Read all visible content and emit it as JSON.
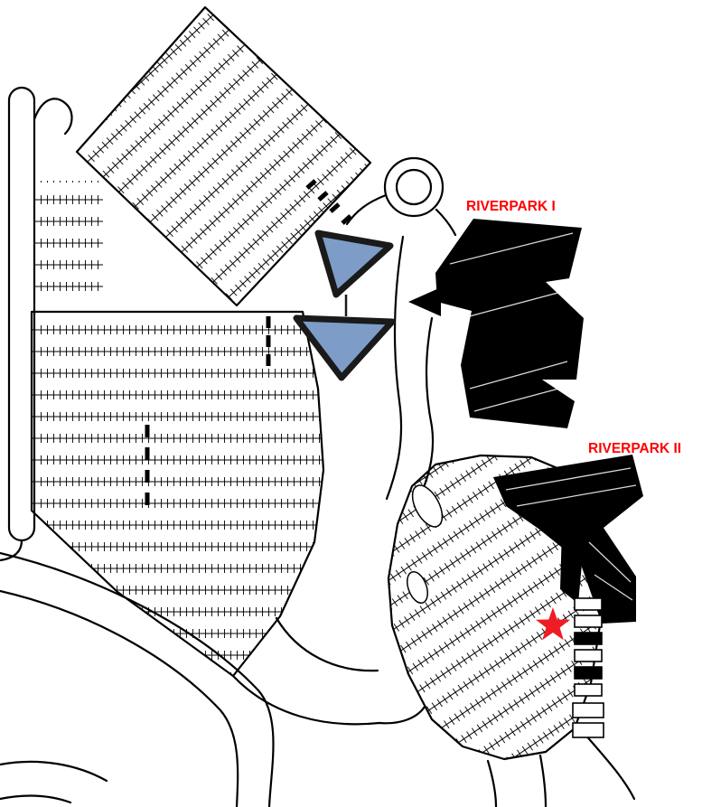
{
  "map": {
    "type": "site-plan",
    "labels": {
      "riverpark1": "RIVERPARK I",
      "riverpark2": "RIVERPARK II"
    },
    "colors": {
      "background": "#FFFFFF",
      "outline": "#000000",
      "building": "#000000",
      "pond_fill": "#7D9DC8",
      "pond_outline": "#1A1A1A",
      "label_text": "#FF0000",
      "marker": "#EE1C25"
    },
    "marker": {
      "shape": "star"
    }
  }
}
